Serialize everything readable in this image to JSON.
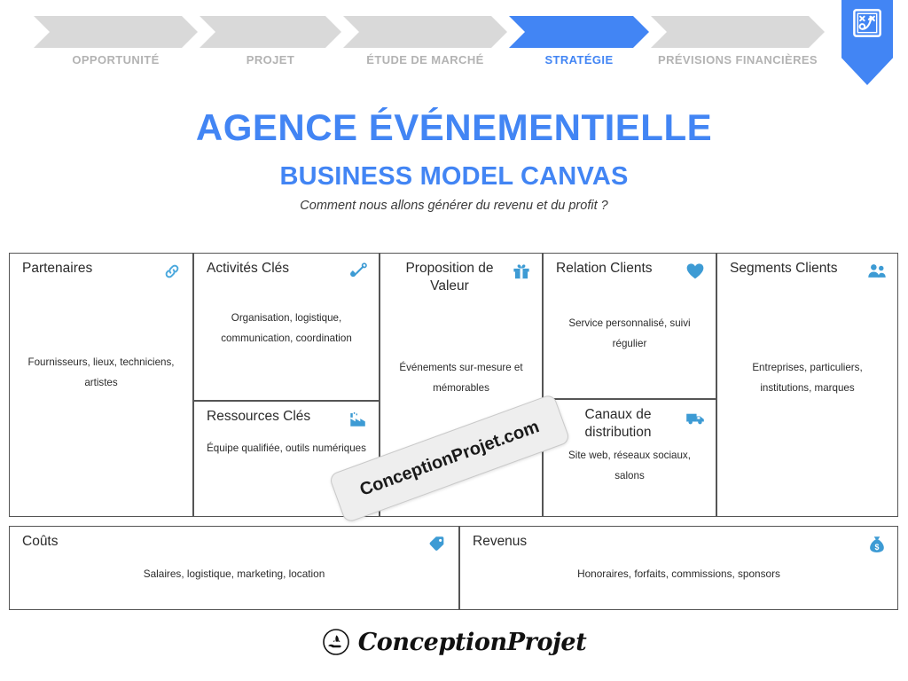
{
  "stepper": {
    "steps": [
      {
        "label": "OPPORTUNITÉ",
        "active": false
      },
      {
        "label": "PROJET",
        "active": false
      },
      {
        "label": "ÉTUDE DE MARCHÉ",
        "active": false
      },
      {
        "label": "STRATÉGIE",
        "active": true
      },
      {
        "label": "PRÉVISIONS FINANCIÈRES",
        "active": false
      }
    ],
    "pin_icon": "strategy-playbook-icon",
    "active_color": "#4285f4",
    "inactive_color": "#d9d9d9",
    "inactive_label_color": "#b3b3b3"
  },
  "header": {
    "title": "AGENCE ÉVÉNEMENTIELLE",
    "subtitle": "BUSINESS MODEL CANVAS",
    "tagline": "Comment nous allons générer du revenu et du profit ?",
    "title_color": "#4285f4"
  },
  "canvas": {
    "blocks": {
      "partenaires": {
        "title": "Partenaires",
        "icon": "chain-link-icon",
        "body": "Fournisseurs, lieux, techniciens, artistes"
      },
      "activites": {
        "title": "Activités Clés",
        "icon": "shovel-icon",
        "body": "Organisation, logistique, communication, coordination"
      },
      "ressources": {
        "title": "Ressources Clés",
        "icon": "factory-icon",
        "body": "Équipe qualifiée, outils numériques"
      },
      "proposition": {
        "title": "Proposition de Valeur",
        "icon": "gift-icon",
        "body": "Événements sur-mesure et mémorables"
      },
      "relation": {
        "title": "Relation Clients",
        "icon": "heart-icon",
        "body": "Service personnalisé, suivi régulier"
      },
      "canaux": {
        "title": "Canaux de distribution",
        "icon": "truck-icon",
        "body": "Site web, réseaux sociaux, salons"
      },
      "segments": {
        "title": "Segments Clients",
        "icon": "people-group-icon",
        "body": "Entreprises, particuliers, institutions, marques"
      },
      "couts": {
        "title": "Coûts",
        "icon": "price-tag-icon",
        "body": "Salaires, logistique, marketing, location"
      },
      "revenus": {
        "title": "Revenus",
        "icon": "money-bag-icon",
        "body": "Honoraires, forfaits, commissions, sponsors"
      }
    },
    "icon_color": "#3d9bd4"
  },
  "watermark": {
    "text": "ConceptionProjet.com"
  },
  "footer": {
    "brand": "ConceptionProjet",
    "mark_icon": "hand-rocket-circle-icon"
  }
}
